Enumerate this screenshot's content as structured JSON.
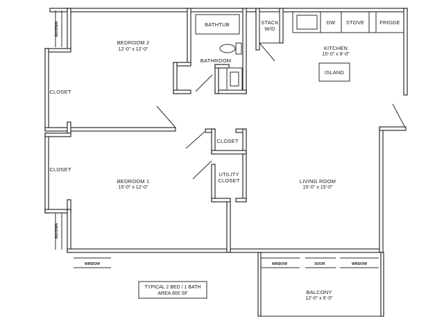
{
  "plan": {
    "rooms": {
      "bedroom2": {
        "name": "BEDROOM 2",
        "dims": "12'-0\" x 12'-0\""
      },
      "bedroom1": {
        "name": "BEDROOM 1",
        "dims": "15'-0\" x 12'-0\""
      },
      "kitchen": {
        "name": "KITCHEN",
        "dims": "15'-0\" x 8'-0\""
      },
      "living": {
        "name": "LIVING ROOM",
        "dims": "15'-0\" x 15'-0\""
      },
      "balcony": {
        "name": "BALCONY",
        "dims": "12'-0\" x 6'-0\""
      },
      "bathroom": {
        "name": "BATHROOM"
      }
    },
    "fixtures": {
      "bathtub": "BATHTUB",
      "stack_line1": "STACK",
      "stack_line2": "W/D",
      "dw": "DW",
      "stove": "STOVE",
      "fridge": "FRIDGE",
      "island": "ISLAND"
    },
    "closets": {
      "upper_left": "CLOSET",
      "lower_left": "CLOSET",
      "hall": "CLOSET",
      "utility_line1": "UTILITY",
      "utility_line2": "CLOSET"
    },
    "openings": {
      "window": "WINDOW",
      "door": "DOOR"
    },
    "note": {
      "line1": "TYPICAL 2 BED / 1 BATH",
      "line2": "AREA 800 SF"
    }
  }
}
